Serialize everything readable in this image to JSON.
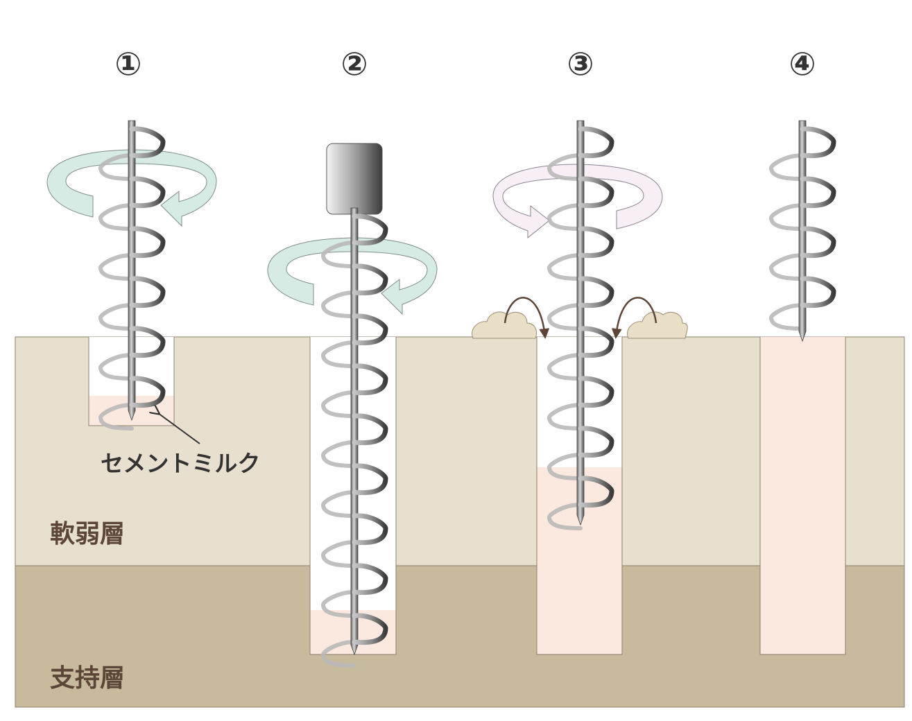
{
  "steps": [
    "①",
    "②",
    "③",
    "④"
  ],
  "labels": {
    "cement_milk": "セメントミルク",
    "soft_layer": "軟弱層",
    "bearing_layer": "支持層"
  },
  "colors": {
    "soft_layer": "#e8e0cf",
    "bearing_layer": "#c8bb9d",
    "cement_milk": "#fbe9df",
    "rotation_green": "#d6ebe3",
    "rotation_pink": "#f8eef5",
    "soil_mound": "#e9dfc6",
    "arrow_brown": "#5e4537",
    "shaft_dark": "#555555",
    "shaft_light": "#c4c4c4"
  },
  "icons": [
    "auger-drill-icon",
    "rotation-arrow-icon",
    "drive-motor-icon",
    "soil-mound-icon",
    "curved-arrow-icon",
    "leader-arrow-icon"
  ]
}
